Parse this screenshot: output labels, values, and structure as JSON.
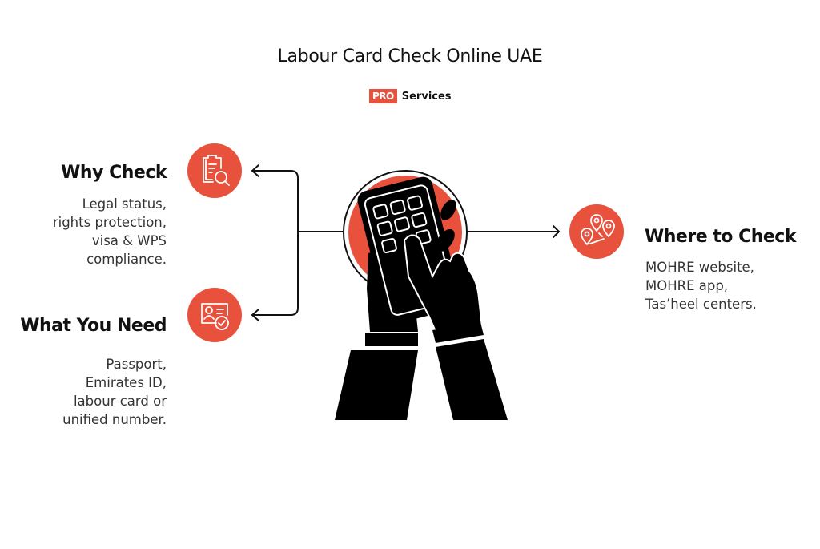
{
  "title": "Labour Card Check Online UAE",
  "brand": {
    "logo_text": "PRO",
    "name": "Services"
  },
  "colors": {
    "accent": "#e8523d",
    "text": "#111111",
    "line": "#111111"
  },
  "center": {
    "icon": "hands-holding-phone-keypad-icon"
  },
  "sections": [
    {
      "id": "why-check",
      "heading": "Why Check",
      "icon": "clipboard-search-icon",
      "description": "Legal status,\nrights protection,\nvisa & WPS\ncompliance."
    },
    {
      "id": "what-you-need",
      "heading": "What You Need",
      "icon": "id-card-check-icon",
      "description": "Passport,\nEmirates ID,\nlabour card or\nunified number."
    },
    {
      "id": "where-to-check",
      "heading": "Where to Check",
      "icon": "map-pins-icon",
      "description": "MOHRE website,\nMOHRE app,\nTas’heel centers."
    }
  ]
}
